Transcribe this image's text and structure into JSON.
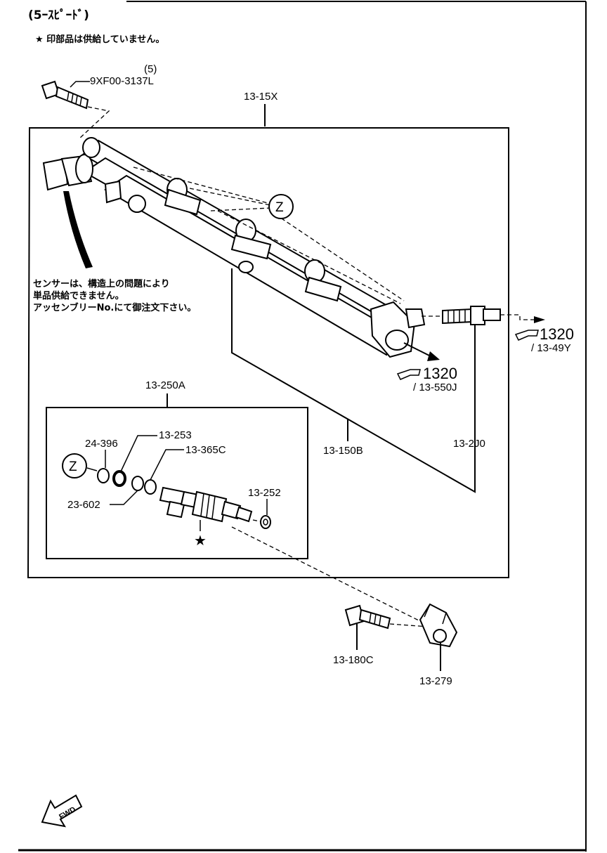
{
  "header": {
    "title": "(5ｰｽﾋﾟｰﾄﾞ)",
    "note": "★ 印部品は供給していません。"
  },
  "sensor_note": {
    "line1": "センサーは、構造上の問題により",
    "line2": "単品供給できません。",
    "line3": "アッセンブリーNo.にて御注文下さい。"
  },
  "callouts": {
    "bolt_top": "9XF00-3137L",
    "bolt_top_qty": "(5)",
    "assembly": "13-15X",
    "rail": "13-150B",
    "pipe": "13-2J0",
    "ref1_num": "1320",
    "ref1_sub": "/ 13-49Y",
    "ref2_num": "1320",
    "ref2_sub": "/ 13-550J",
    "injector_kit": "13-250A",
    "oring_a": "24-396",
    "oring_b": "13-253",
    "oring_c": "13-365C",
    "oring_d": "23-602",
    "cushion": "13-252",
    "bolt_bottom": "13-180C",
    "bracket": "13-279",
    "z_mark": "Z",
    "z_mark2": "Z",
    "star": "★",
    "fwd": "FWD"
  }
}
